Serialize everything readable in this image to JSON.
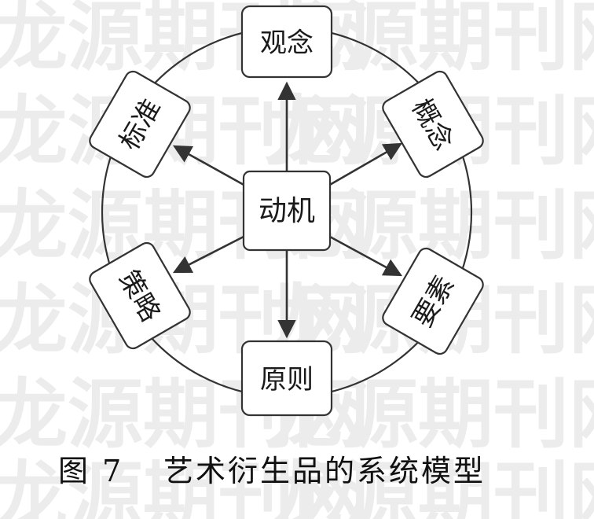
{
  "watermark": {
    "text": "龙源期刊网"
  },
  "diagram": {
    "center": {
      "label": "动机"
    },
    "nodes": {
      "top": {
        "label": "观念"
      },
      "upper_right": {
        "label": "概念"
      },
      "lower_right": {
        "label": "要素"
      },
      "bottom": {
        "label": "原则"
      },
      "lower_left": {
        "label": "策略"
      },
      "upper_left": {
        "label": "标准"
      }
    }
  },
  "caption": {
    "figure_number": "图 7",
    "title": "艺术衍生品的系统模型"
  },
  "colors": {
    "stroke": "#333333",
    "watermark": "#ececec",
    "text": "#1a1a1a"
  }
}
